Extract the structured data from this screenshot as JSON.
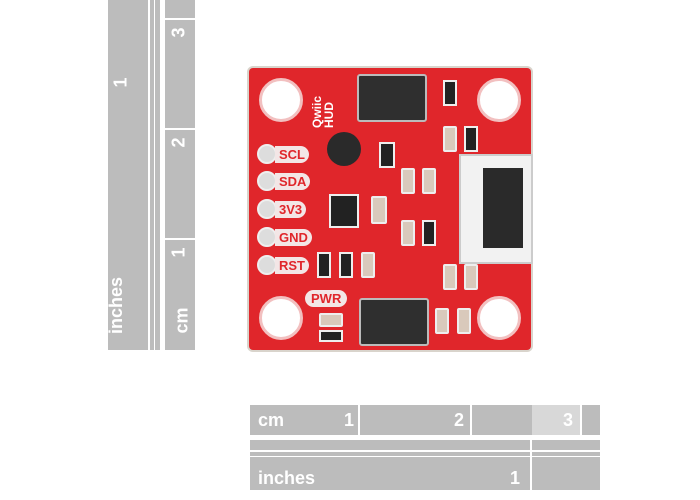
{
  "left_rulers": {
    "inches": {
      "unit": "inches",
      "marks": [
        "1"
      ]
    },
    "cm": {
      "unit": "cm",
      "marks": [
        "3",
        "2",
        "1"
      ]
    }
  },
  "bottom_rulers": {
    "cm": {
      "unit": "cm",
      "marks": [
        "1",
        "2",
        "3"
      ]
    },
    "inches": {
      "unit": "inches",
      "marks": [
        "1"
      ]
    }
  },
  "board": {
    "title_line1": "Qwiic",
    "title_line2": "HUD",
    "pins": [
      "SCL",
      "SDA",
      "3V3",
      "GND",
      "RST"
    ],
    "led_label": "PWR",
    "colors": {
      "pcb": "#e0262b"
    }
  }
}
